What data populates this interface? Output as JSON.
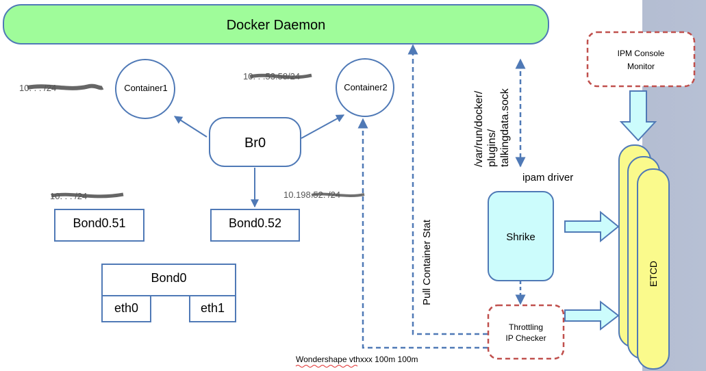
{
  "daemon": {
    "label": "Docker Daemon"
  },
  "containers": [
    {
      "label": "Container1",
      "ip": "10.  .  .  /24"
    },
    {
      "label": "Container2",
      "ip": "10.  .  .53.58/24"
    }
  ],
  "bridge": {
    "label": "Br0"
  },
  "bonds": {
    "b051": {
      "label": "Bond0.51",
      "ip": "10.  .  .  /24"
    },
    "b052": {
      "label": "Bond0.52",
      "ip": "10.198.52.  /24"
    },
    "b0": {
      "label": "Bond0"
    }
  },
  "eths": {
    "eth0": "eth0",
    "eth1": "eth1"
  },
  "socket_path": [
    "/var/run/docker/",
    "plugins/",
    "talkingdata.sock"
  ],
  "ipam_label": "ipam driver",
  "shrike": {
    "label": "Shrike"
  },
  "throttling": {
    "line1": "Throttling",
    "line2": "IP Checker"
  },
  "ipm": {
    "line1": "IPM Console",
    "line2": "Monitor"
  },
  "etcd": {
    "label": "ETCD"
  },
  "pull_label": "Pull Container Stat",
  "wondershape_label": "Wondershape vthxxx 100m 100m",
  "colors": {
    "daemon_fill": "#9ffc9a",
    "shape_stroke": "#4f79b6",
    "shrike_fill": "#ccfcfc",
    "etcd_fill": "#fafa8c",
    "dashed_red": "#c0504d",
    "arrow_fill": "#ccfcfc"
  }
}
